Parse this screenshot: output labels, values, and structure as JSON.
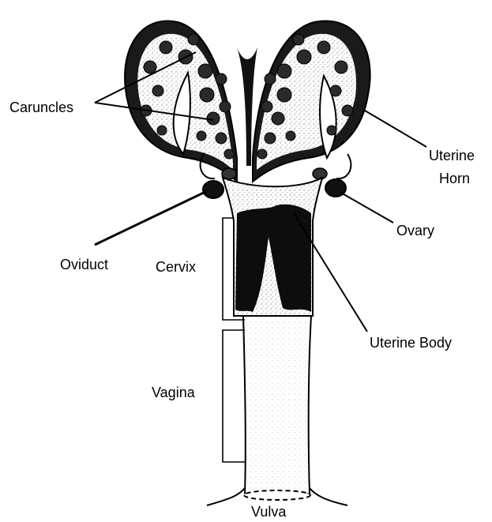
{
  "labels": {
    "caruncles": "Caruncles",
    "uterine_horn_line1": "Uterine",
    "uterine_horn_line2": "Horn",
    "ovary": "Ovary",
    "oviduct": "Oviduct",
    "cervix": "Cervix",
    "uterine_body": "Uterine Body",
    "vagina": "Vagina",
    "vulva": "Vulva"
  },
  "colors": {
    "ink": "#000000",
    "tissue": "#e6e6e6",
    "paper": "#ffffff"
  }
}
